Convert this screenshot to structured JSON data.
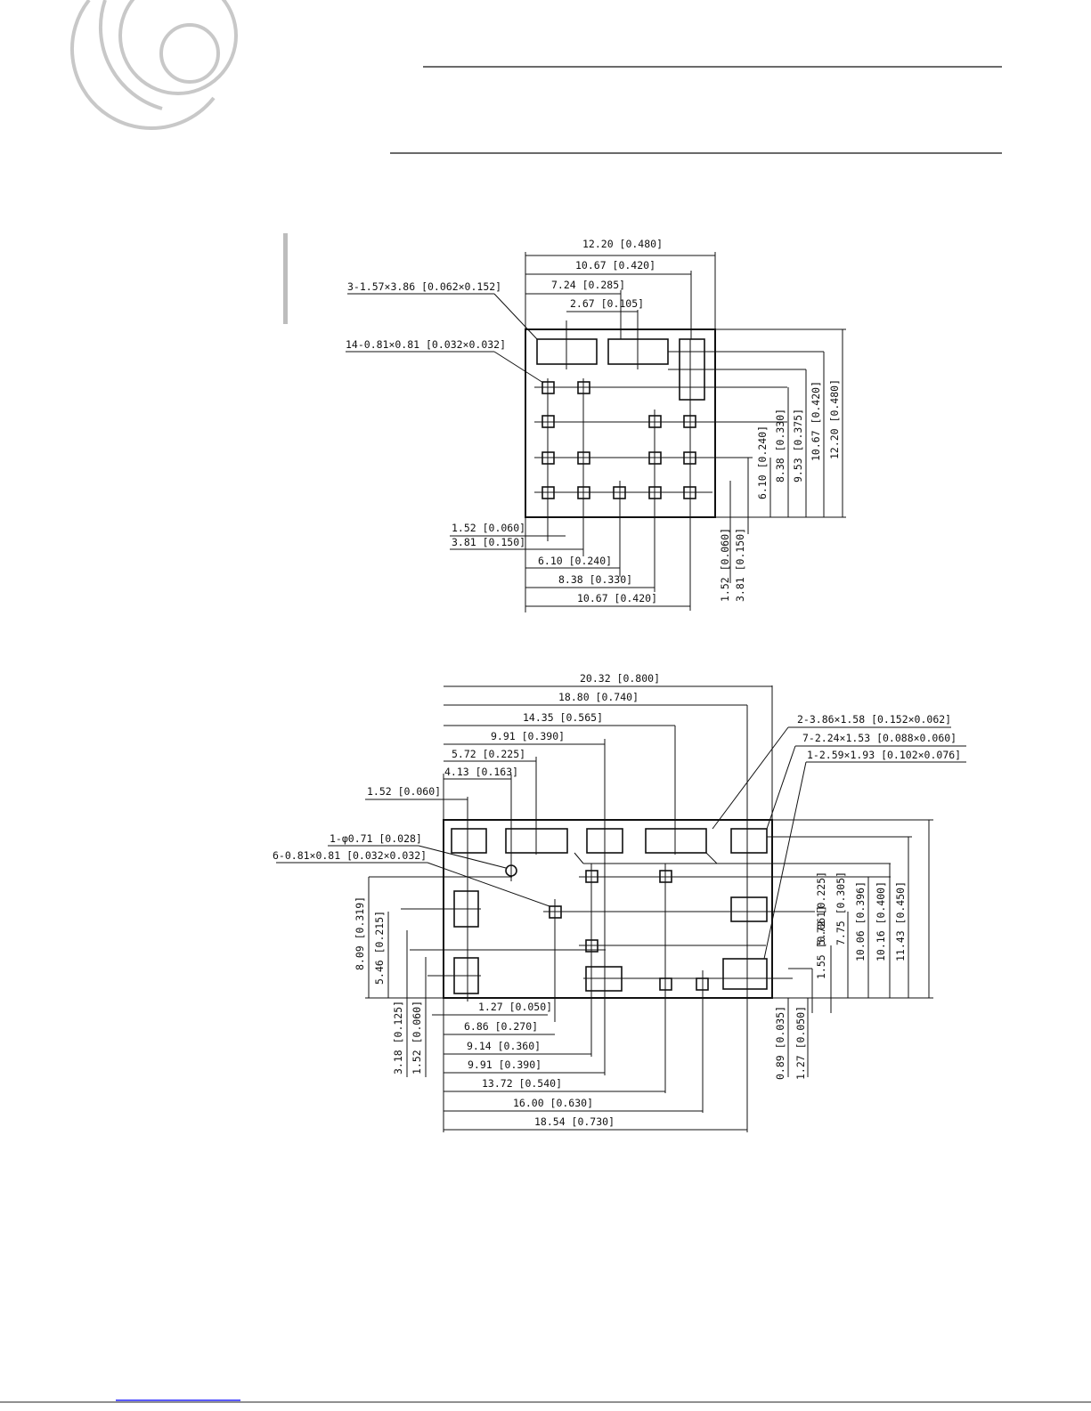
{
  "logo": {
    "icon": "concentric-circles-logo-icon",
    "color": "#c8c8c8"
  },
  "header_rules": {
    "color": "#111111"
  },
  "side_bar": {
    "color": "#bdbdbd"
  },
  "footer_rule": {
    "color": "#5a5aff"
  },
  "top_drawing": {
    "dimensions": {
      "w_1220": "12.20 [0.480]",
      "w_1067": "10.67 [0.420]",
      "w_724": "7.24 [0.285]",
      "w_267": "2.67 [0.105]",
      "callout_relays": "3-1.57×3.86 [0.062×0.152]",
      "callout_pads": "14-0.81×0.81 [0.032×0.032]",
      "bl_152": "1.52 [0.060]",
      "bl_381": "3.81 [0.150]",
      "b_610": "6.10 [0.240]",
      "b_838": "8.38 [0.330]",
      "b_1067": "10.67 [0.420]",
      "v_152": "1.52 [0.060]",
      "v_381": "3.81 [0.150]",
      "v_610": "6.10 [0.240]",
      "v_838": "8.38 [0.330]",
      "v_953": "9.53 [0.375]",
      "v_1067": "10.67 [0.420]",
      "v_1220": "12.20 [0.480]"
    }
  },
  "bottom_drawing": {
    "dimensions": {
      "w_2032": "20.32 [0.800]",
      "w_1880": "18.80 [0.740]",
      "w_1435": "14.35 [0.565]",
      "w_991": "9.91 [0.390]",
      "w_572": "5.72 [0.225]",
      "w_413": "4.13 [0.163]",
      "w_152": "1.52 [0.060]",
      "callout_2": "2-3.86×1.58 [0.152×0.062]",
      "callout_7": "7-2.24×1.53 [0.088×0.060]",
      "callout_1": "1-2.59×1.93 [0.102×0.076]",
      "callout_hole": "1-φ0.71 [0.028]",
      "callout_pads": "6-0.81×0.81 [0.032×0.032]",
      "b_127": "1.27 [0.050]",
      "b_686": "6.86 [0.270]",
      "b_914": "9.14 [0.360]",
      "b_991": "9.91 [0.390]",
      "b_1372": "13.72 [0.540]",
      "b_1600": "16.00 [0.630]",
      "b_1854": "18.54 [0.730]",
      "l_809": "8.09 [0.319]",
      "l_546": "5.46 [0.215]",
      "l_318": "3.18 [0.125]",
      "l_152": "1.52 [0.060]",
      "r_155": "1.55 [0.061]",
      "r_572": "5.72 [0.225]",
      "r_775": "7.75 [0.305]",
      "r_1006": "10.06 [0.396]",
      "r_1016": "10.16 [0.400]",
      "r_1143": "11.43 [0.450]",
      "r_089": "0.89 [0.035]",
      "r_127": "1.27 [0.050]"
    }
  }
}
